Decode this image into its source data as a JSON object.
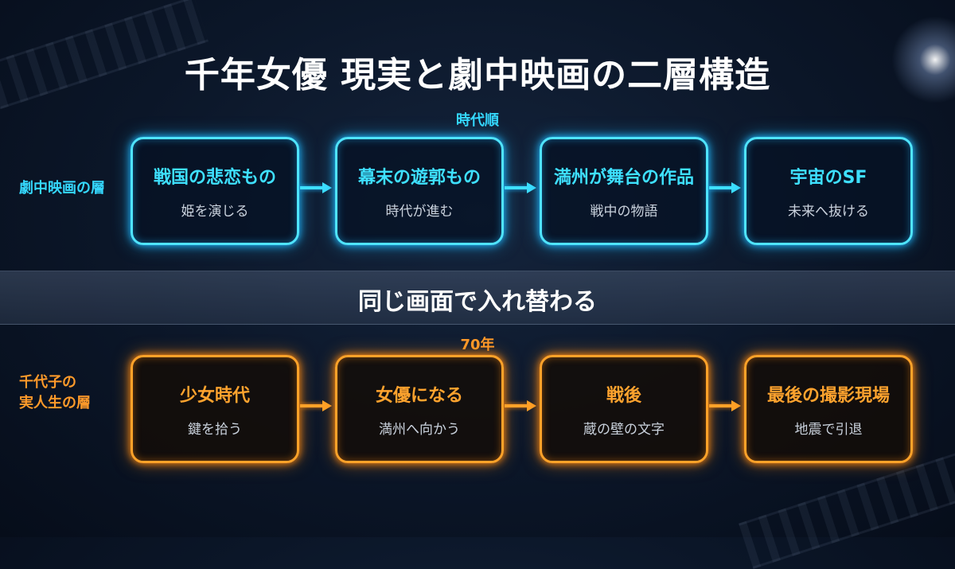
{
  "title": "千年女優 現実と劇中映画の二層構造",
  "layers": {
    "film": {
      "label": "劇中映画の層",
      "axis_label": "時代順",
      "color": "#35d9ff",
      "boxes": [
        {
          "main": "戦国の悲恋もの",
          "sub": "姫を演じる"
        },
        {
          "main": "幕末の遊郭もの",
          "sub": "時代が進む"
        },
        {
          "main": "満州が舞台の作品",
          "sub": "戦中の物語"
        },
        {
          "main": "宇宙のSF",
          "sub": "未来へ抜ける"
        }
      ]
    },
    "divider": {
      "text": "同じ画面で入れ替わる"
    },
    "life": {
      "label_line1": "千代子の",
      "label_line2": "実人生の層",
      "axis_label": "70年",
      "color": "#ff9a2a",
      "boxes": [
        {
          "main": "少女時代",
          "sub": "鍵を拾う"
        },
        {
          "main": "女優になる",
          "sub": "満州へ向かう"
        },
        {
          "main": "戦後",
          "sub": "蔵の壁の文字"
        },
        {
          "main": "最後の撮影現場",
          "sub": "地震で引退"
        }
      ]
    }
  }
}
